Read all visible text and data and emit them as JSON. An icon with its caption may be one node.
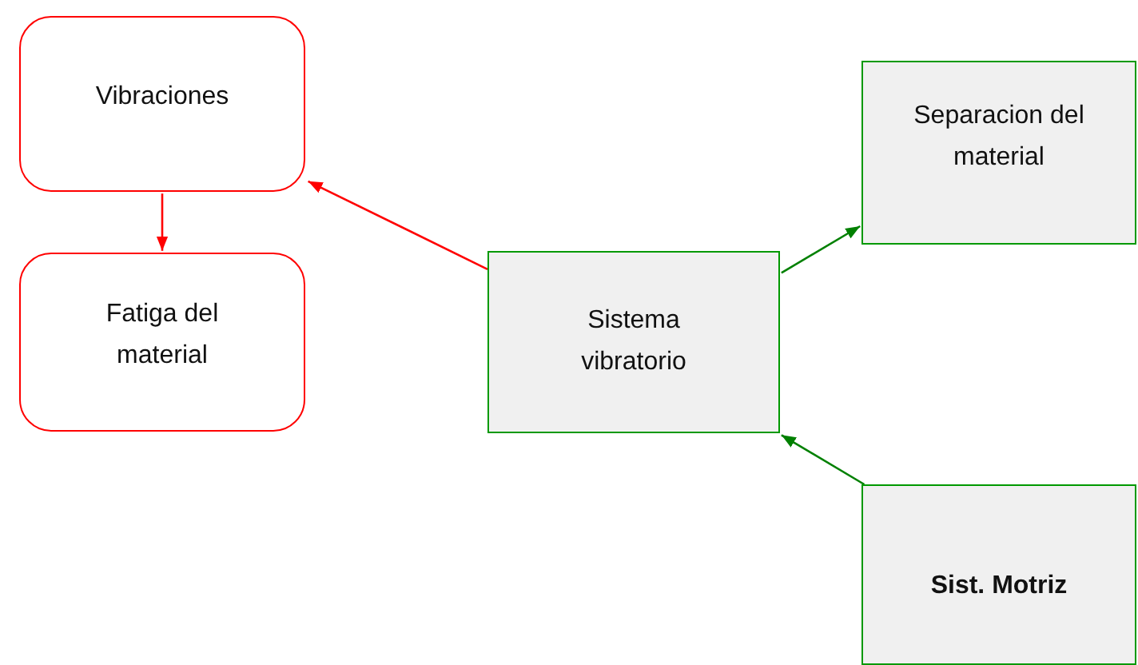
{
  "diagram": {
    "nodes": [
      {
        "text": [
          "Vibraciones"
        ]
      },
      {
        "text": [
          "Fatiga del material"
        ]
      },
      {
        "text": [
          "Sistema vibratorio"
        ]
      },
      {
        "text": [
          "Separacion del material"
        ]
      },
      {
        "text": [
          "Sist. Motriz"
        ]
      }
    ],
    "edges": [
      {
        "from": 2,
        "to": 0,
        "arrow": "to",
        "color": "#ff0000"
      },
      {
        "from": 0,
        "to": 1,
        "arrow": "to",
        "color": "#ff0000"
      },
      {
        "from": 2,
        "to": 3,
        "arrow": "to",
        "color": "#008000"
      },
      {
        "from": 4,
        "to": 2,
        "arrow": "to",
        "color": "#008000"
      }
    ]
  }
}
